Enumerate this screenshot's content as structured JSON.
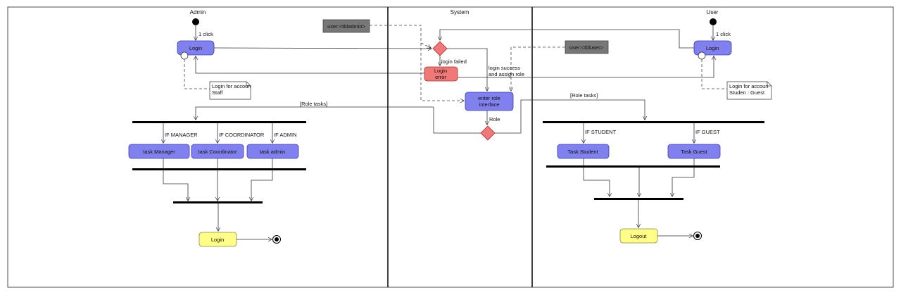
{
  "lanes": {
    "admin": "Admin",
    "system": "System",
    "user": "User"
  },
  "admin": {
    "click_label": "1 click",
    "login": "Login",
    "note_line1": "Login for accoun",
    "note_line2": "Staff",
    "guard_manager": "IF MANAGER",
    "guard_coordinator": "IF COORDINATOR",
    "guard_admin": "IF ADMIN",
    "task_manager": "task Manager",
    "task_coordinator": "task Coordinator",
    "task_admin": "task admin",
    "final_login": "Login"
  },
  "system": {
    "object_admin": "user:<tbladmin>",
    "object_user": "user:<tbluser>",
    "login_failed": "login failed",
    "login_error_line1": "Login",
    "login_error_line2": "error",
    "success_line1": "login success",
    "success_line2": "and assign role",
    "role_interface_line1": "enter role",
    "role_interface_line2": "interface",
    "role_label": "Role",
    "role_tasks_left": "[Role tasks]",
    "role_tasks_right": "[Role tasks]"
  },
  "user": {
    "click_label": "1 click",
    "login": "Login",
    "note_line1": "Login for accoun",
    "note_line2": "Studen : Guest",
    "guard_student": "IF STUDENT",
    "guard_guest": "IF GUEST",
    "task_student": "Task Student",
    "task_guest": "Task Guest",
    "logout": "Logout"
  },
  "colors": {
    "action_fill": "#8080ee",
    "action_stroke": "#3a3ab0",
    "error_fill": "#f07878",
    "decision_fill": "#f07878",
    "final_fill": "#ffff88",
    "object_fill": "#777777"
  }
}
